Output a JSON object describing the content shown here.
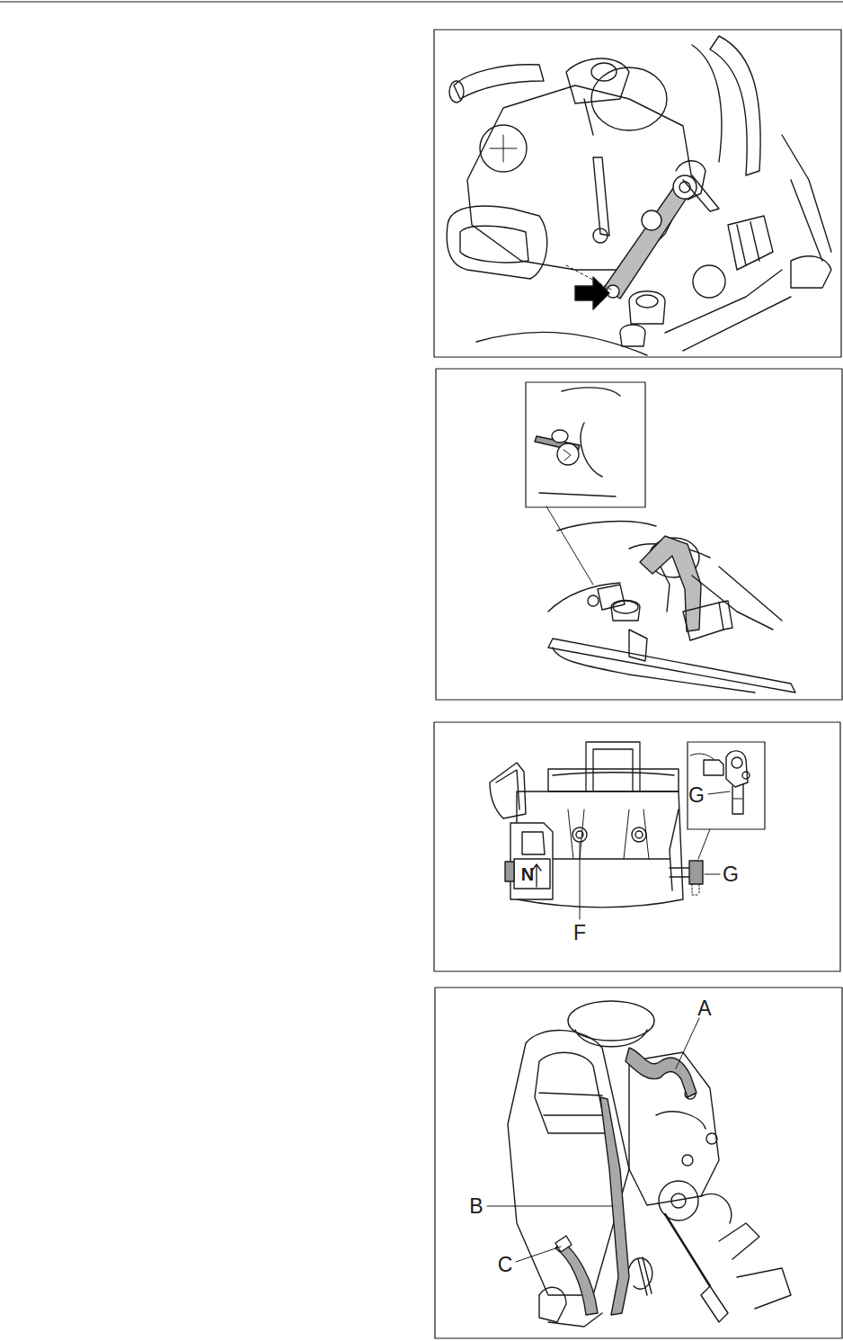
{
  "diagram": {
    "labels": [
      "G",
      "N",
      "G",
      "F",
      "A",
      "B",
      "C"
    ]
  }
}
